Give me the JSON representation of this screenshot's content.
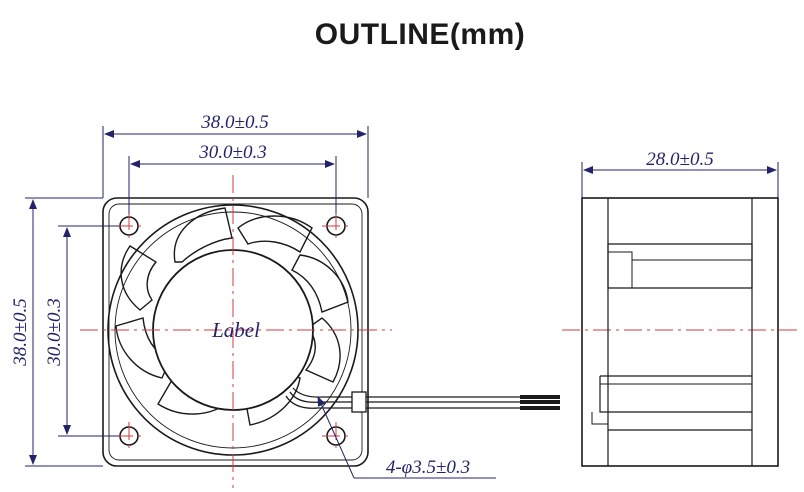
{
  "title": "OUTLINE(mm)",
  "front_view": {
    "width_outer": "38.0±0.5",
    "width_holes": "30.0±0.3",
    "height_outer": "38.0±0.5",
    "height_holes": "30.0±0.3",
    "hub_label": "Label",
    "hole_spec": "4-φ3.5±0.3"
  },
  "side_view": {
    "depth": "28.0±0.5"
  },
  "colors": {
    "dimension": "#23236b",
    "outline": "#1a1a1a",
    "centerline": "#d23c3c"
  }
}
